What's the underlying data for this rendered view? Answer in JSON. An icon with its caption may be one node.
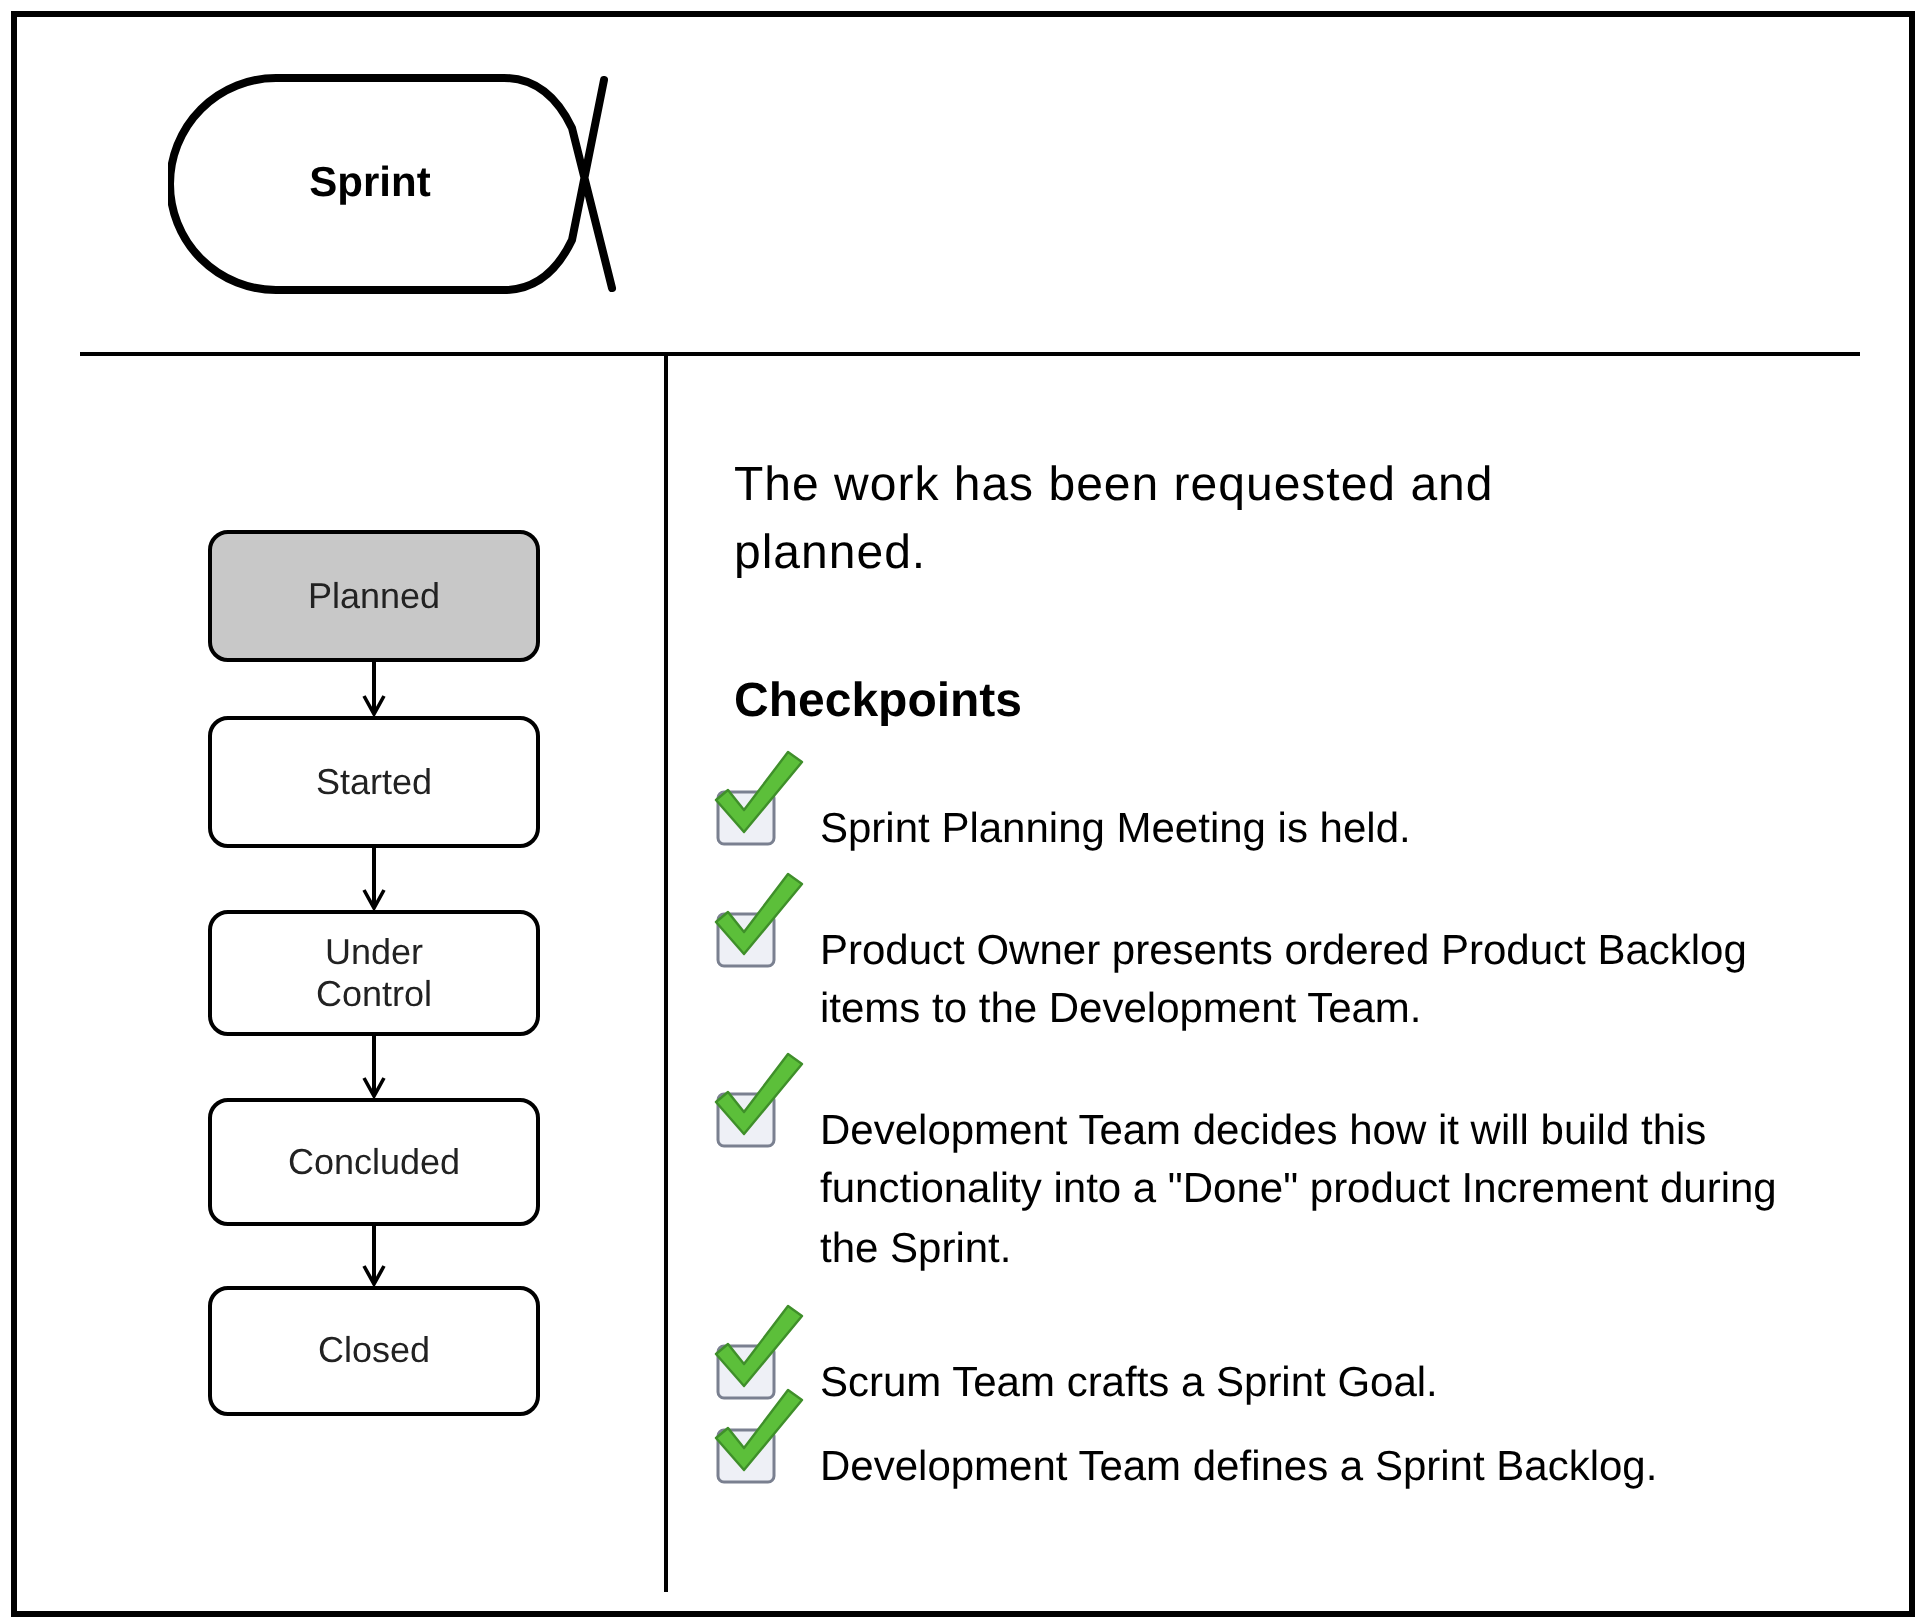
{
  "diagram": {
    "nodes": [
      {
        "text": [
          "Sprint"
        ]
      },
      {
        "text": [
          "Planned"
        ]
      },
      {
        "text": [
          "Started"
        ]
      },
      {
        "text": [
          "Under Control"
        ]
      },
      {
        "text": [
          "Concluded"
        ]
      },
      {
        "text": [
          "Closed"
        ]
      }
    ],
    "edges": [
      {
        "from": 1,
        "to": 2,
        "arrow": "to"
      },
      {
        "from": 2,
        "to": 3,
        "arrow": "to"
      },
      {
        "from": 3,
        "to": 4,
        "arrow": "to"
      },
      {
        "from": 4,
        "to": 5,
        "arrow": "to"
      }
    ],
    "labels": [
      "The work has been requested and planned.",
      "Checkpoints",
      "Sprint Planning Meeting is held.",
      "Product Owner presents ordered Product Backlog items to the Development Team.",
      "Development Team decides how it will build this functionality into a \"Done\" product Increment during the Sprint.",
      "Scrum Team crafts a Sprint Goal.",
      "Development Team defines a Sprint Backlog."
    ]
  }
}
